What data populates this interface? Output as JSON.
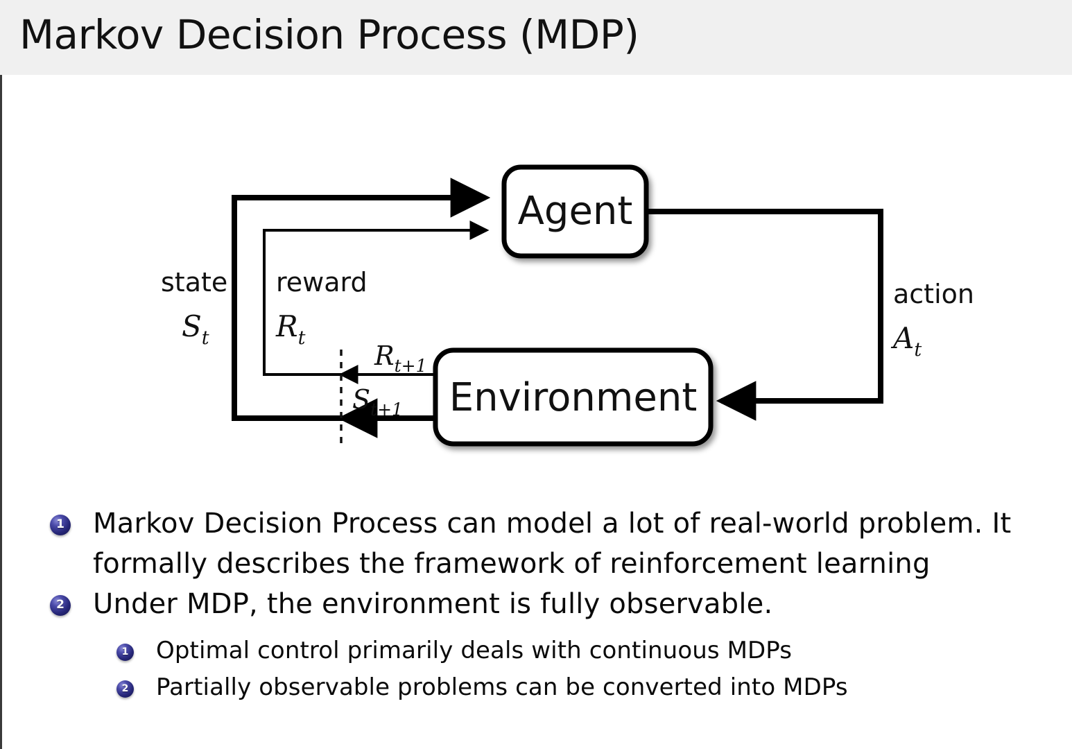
{
  "header": {
    "title": "Markov Decision Process (MDP)",
    "background_color": "#f0f0f0"
  },
  "diagram": {
    "name": "agent-environment-interaction-loop",
    "nodes": [
      {
        "id": "agent",
        "label": "Agent"
      },
      {
        "id": "environment",
        "label": "Environment"
      }
    ],
    "edge_labels": {
      "state_word": "state",
      "state_symbol_base": "S",
      "state_symbol_sub": "t",
      "reward_word": "reward",
      "reward_symbol_base": "R",
      "reward_symbol_sub": "t",
      "action_word": "action",
      "action_symbol_base": "A",
      "action_symbol_sub": "t",
      "next_reward_base": "R",
      "next_reward_sub": "t+1",
      "next_state_base": "S",
      "next_state_sub": "t+1"
    },
    "line_color": "#000000"
  },
  "bullets": {
    "items": [
      {
        "number": "1",
        "level": 1,
        "lines": [
          "Markov Decision Process can model a lot of real-world problem.  It",
          "formally describes the framework of reinforcement learning"
        ]
      },
      {
        "number": "2",
        "level": 1,
        "lines": [
          "Under MDP, the environment is fully observable."
        ]
      },
      {
        "number": "1",
        "level": 2,
        "lines": [
          "Optimal control primarily deals with continuous MDPs"
        ]
      },
      {
        "number": "2",
        "level": 2,
        "lines": [
          "Partially observable problems can be converted into MDPs"
        ]
      }
    ],
    "marker_color": "#262677",
    "text_color": "#0a0a0a"
  }
}
